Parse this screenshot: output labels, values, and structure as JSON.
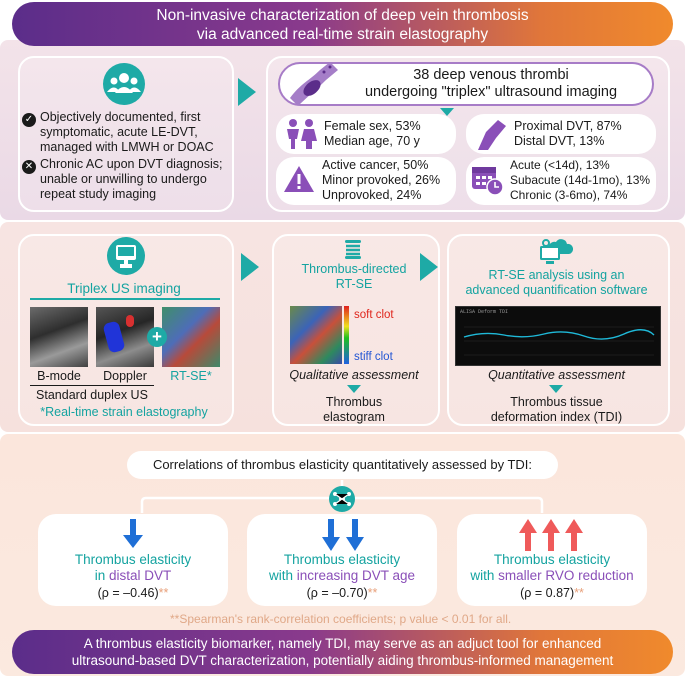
{
  "header": {
    "line1": "Non-invasive characterization of deep vein thrombosis",
    "line2": "via advanced real-time strain elastography"
  },
  "cohort": {
    "inclusion": [
      "Objectively documented, first",
      "symptomatic, acute LE-DVT,",
      "managed with LMWH or DOAC"
    ],
    "exclusion": [
      "Chronic AC upon DVT diagnosis;",
      "unable or unwilling to undergo",
      "repeat study imaging"
    ],
    "title_line1": "38 deep venous thrombi",
    "title_line2": "undergoing \"triplex\" ultrasound imaging",
    "sex_age": [
      "Female sex, 53%",
      "Median age, 70 y"
    ],
    "location": [
      "Proximal DVT, 87%",
      "Distal DVT, 13%"
    ],
    "provocation": [
      "Active cancer, 50%",
      "Minor provoked, 26%",
      "Unprovoked, 24%"
    ],
    "age_category": [
      "Acute (<14d), 13%",
      "Subacute (14d-1mo), 13%",
      "Chronic (3-6mo), 74%"
    ]
  },
  "imaging": {
    "triplex_title": "Triplex US imaging",
    "bmode": "B-mode",
    "doppler": "Doppler",
    "rtse": "RT-SE*",
    "plus": "+",
    "standard": "Standard duplex US",
    "footnote": "*Real-time strain elastography",
    "rtse_title_line1": "Thrombus-directed",
    "rtse_title_line2": "RT-SE",
    "soft": "soft clot",
    "stiff": "stiff clot",
    "qual": "Qualitative assessment",
    "elasto_line1": "Thrombus",
    "elasto_line2": "elastogram",
    "analysis_line1": "RT-SE analysis using an",
    "analysis_line2": "advanced quantification software",
    "quant": "Quantitative assessment",
    "tdi_line1": "Thrombus tissue",
    "tdi_line2": "deformation index (TDI)",
    "graph_label": "ALISA Deform TDI"
  },
  "correlations": {
    "title": "Correlations of thrombus elasticity quantitatively assessed by TDI:",
    "items": [
      {
        "label": "Thrombus elasticity",
        "qualifier_prefix": "in ",
        "qualifier": "distal DVT",
        "rho": "(ρ = –0.46)",
        "stars": "**"
      },
      {
        "label": "Thrombus elasticity",
        "qualifier_prefix": "with ",
        "qualifier": "increasing DVT age",
        "rho": "(ρ = –0.70)",
        "stars": "**"
      },
      {
        "label": "Thrombus elasticity",
        "qualifier_prefix": "with ",
        "qualifier": "smaller RVO reduction",
        "rho": "(ρ = 0.87)",
        "stars": "**"
      }
    ],
    "footnote": "**Spearman's rank-correlation coefficients; p value < 0.01 for all."
  },
  "conclusion": {
    "line1": "A thrombus elasticity biomarker, namely TDI, may serve as an adjuct tool for enhanced",
    "line2": "ultrasound-based DVT characterization, potentially aiding thrombus-informed management"
  },
  "colors": {
    "teal": "#1eaaa6",
    "purple": "#8a4fb8",
    "blue_arrow": "#1f6fd6",
    "red_arrow": "#ef5a5a",
    "stars": "#e8a07a"
  }
}
